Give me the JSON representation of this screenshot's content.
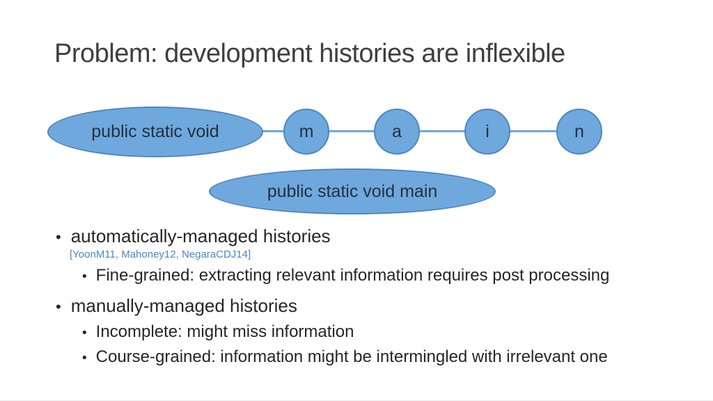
{
  "title": "Problem: development histories are inflexible",
  "diagram": {
    "top_ellipse_label": "public static void",
    "nodes": [
      {
        "label": "m"
      },
      {
        "label": "a"
      },
      {
        "label": "i"
      },
      {
        "label": "n"
      }
    ],
    "bottom_ellipse_label": "public static void main",
    "colors": {
      "shape_fill": "#6fa8dc",
      "shape_stroke": "#4f87c0",
      "connector": "#6fa8dc",
      "citation_text": "#4a86c8",
      "body_text": "#262626",
      "title_text": "#3f3f3f"
    }
  },
  "bullets": {
    "marker": "•",
    "item1": "automatically-managed histories",
    "item1_citation": "[YoonM11, Mahoney12, NegaraCDJ14]",
    "item1_sub": "Fine-grained: extracting relevant information requires post processing",
    "item2": "manually-managed histories",
    "item2_sub1": "Incomplete: might miss information",
    "item2_sub2": "Course-grained: information might be intermingled with irrelevant one"
  }
}
